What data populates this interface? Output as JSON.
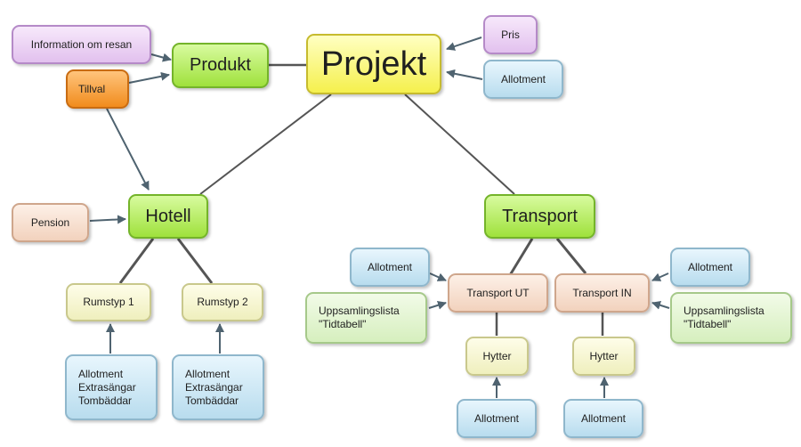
{
  "nodes": {
    "projekt": "Projekt",
    "produkt": "Produkt",
    "hotell": "Hotell",
    "transport": "Transport",
    "info": "Information om resan",
    "tillval": "Tillval",
    "pris": "Pris",
    "allotment_projekt": "Allotment",
    "pension": "Pension",
    "rumstyp1": "Rumstyp 1",
    "rumstyp2": "Rumstyp 2",
    "rum1_detail": "Allotment\nExtrasängar\nTombäddar",
    "rum2_detail": "Allotment\nExtrasängar\nTombäddar",
    "allotment_ut": "Allotment",
    "allotment_in": "Allotment",
    "transport_ut": "Transport UT",
    "transport_in": "Transport IN",
    "uppsamling_ut": "Uppsamlingslista\n\"Tidtabell\"",
    "uppsamling_in": "Uppsamlingslista\n\"Tidtabell\"",
    "hytter_ut": "Hytter",
    "hytter_in": "Hytter",
    "allotment_hytter_ut": "Allotment",
    "allotment_hytter_in": "Allotment"
  },
  "colors": {
    "connector": "#555555",
    "arrow": "#4f6370"
  }
}
